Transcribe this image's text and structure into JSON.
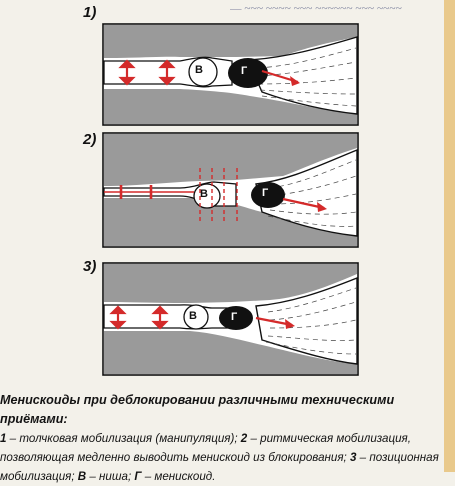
{
  "panels": [
    {
      "number": "1)",
      "technique": "толчковая мобилизация",
      "niche_label": "В",
      "meniscoid_label": "Г"
    },
    {
      "number": "2)",
      "technique": "ритмическая мобилизация",
      "niche_label": "В",
      "meniscoid_label": "Г"
    },
    {
      "number": "3)",
      "technique": "позиционная мобилизация",
      "niche_label": "В",
      "meniscoid_label": "Г"
    }
  ],
  "caption": {
    "title": "Менискоиды при деблокировании различными техническими приёмами:",
    "line1_num": "1",
    "line1_text": " – толчковая мобилизация (манипуляция); ",
    "line1_num2": "2",
    "line1_text2": " – ритмическая мобилизация,",
    "line2_text": "позволяющая медленно выводить менискоид из блокирования; ",
    "line2_num": "3",
    "line2_text2": " – позиционная",
    "line3_text": "мобилизация; ",
    "line3_b": "В",
    "line3_text2": " – ниша; ",
    "line3_g": "Г",
    "line3_text3": " – менискоид."
  },
  "colors": {
    "shade": "#9a9a9a",
    "red": "#d42a2a",
    "frame": "#111111",
    "paper": "#f3f1ea"
  }
}
